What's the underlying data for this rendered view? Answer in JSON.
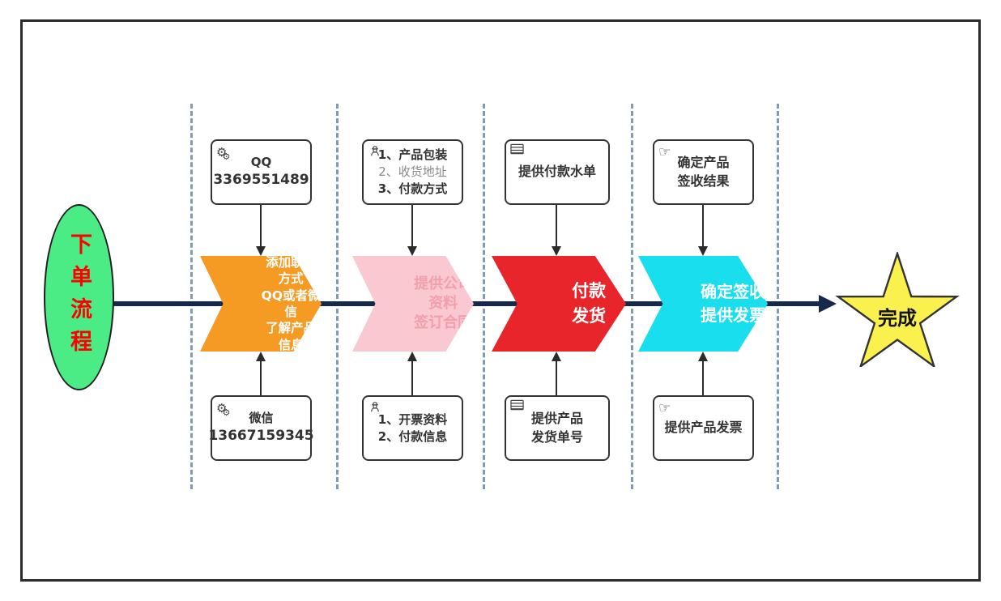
{
  "diagram": {
    "title_node": {
      "label": "下单流程"
    },
    "end_node": {
      "label": "完成"
    },
    "steps": [
      {
        "name": "add-contact",
        "color": "#f59a23",
        "text_color": "#ffffff",
        "lines": [
          "添加联系方式",
          "QQ或者微信",
          "了解产品信息"
        ]
      },
      {
        "name": "provide-company-info",
        "color": "#f9c8d0",
        "text_color": "#f29fad",
        "lines": [
          "提供公司",
          "资料",
          "签订合同"
        ]
      },
      {
        "name": "pay-and-ship",
        "color": "#e9252c",
        "text_color": "#ffffff",
        "lines": [
          "付款",
          "发货"
        ]
      },
      {
        "name": "confirm-receipt-invoice",
        "color": "#19deee",
        "text_color": "#ffffff",
        "lines": [
          "确定签收",
          "提供发票"
        ]
      }
    ],
    "top_notes": [
      {
        "icon": "gears-icon",
        "lines": [
          "QQ",
          "3369551489"
        ]
      },
      {
        "icon": "worker-icon",
        "lines": [
          "1、产品包装",
          "2、收货地址",
          "3、付款方式"
        ]
      },
      {
        "icon": "table-icon",
        "lines": [
          "提供付款水单"
        ]
      },
      {
        "icon": "hand-icon",
        "lines": [
          "确定产品",
          "签收结果"
        ]
      }
    ],
    "bottom_notes": [
      {
        "icon": "gears-icon",
        "lines": [
          "微信",
          "13667159345"
        ]
      },
      {
        "icon": "worker-icon",
        "lines": [
          "1、开票资料",
          "2、付款信息"
        ]
      },
      {
        "icon": "table-icon",
        "lines": [
          "提供产品",
          "发货单号"
        ]
      },
      {
        "icon": "hand-icon",
        "lines": [
          "提供产品发票"
        ]
      }
    ],
    "icons": {
      "gear_glyph": "⚙",
      "hand_glyph": "☞"
    },
    "colors": {
      "start_fill": "#4beb86",
      "start_text": "#ff0000",
      "star_fill": "#faf14e",
      "star_border": "#333333",
      "flow_line": "#16294a",
      "lane_dashed": "#7e9ab8",
      "connector": "#2b2b2b",
      "note_border": "#333333"
    }
  }
}
